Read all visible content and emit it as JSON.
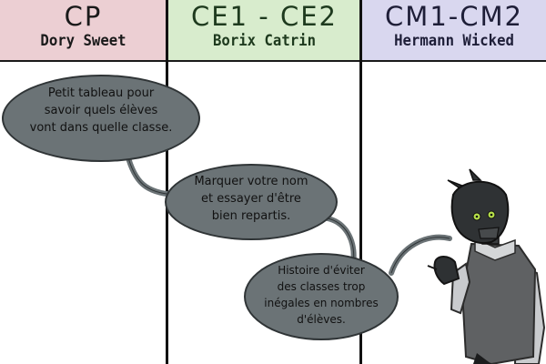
{
  "columns": [
    {
      "level": "CP",
      "teacher": "Dory Sweet",
      "bg": "#eccfd3",
      "text_color": "#1a1a1a"
    },
    {
      "level": "CE1 - CE2",
      "teacher": "Borix Catrin",
      "bg": "#d8eccd",
      "text_color": "#1e3a1e"
    },
    {
      "level": "CM1-CM2",
      "teacher": "Hermann Wicked",
      "bg": "#d9d7ef",
      "text_color": "#1e1e38"
    }
  ],
  "bubbles": [
    {
      "text": "Petit tableau pour\nsavoir quels élèves\nvont dans quelle classe."
    },
    {
      "text": "Marquer votre nom\net essayer d'être\nbien repartis."
    },
    {
      "text": "Histoire d'éviter\ndes classes trop\ninégales en nombres\nd'élèves."
    }
  ],
  "colors": {
    "bubble_fill": "#6b7376",
    "bubble_stroke": "#2f3436",
    "divider": "#111111",
    "character_body": "#5f6163",
    "character_sleeve": "#c9cbce",
    "character_eye": "#b7e04a"
  },
  "icons": {
    "character": "robot-teacher-character"
  }
}
